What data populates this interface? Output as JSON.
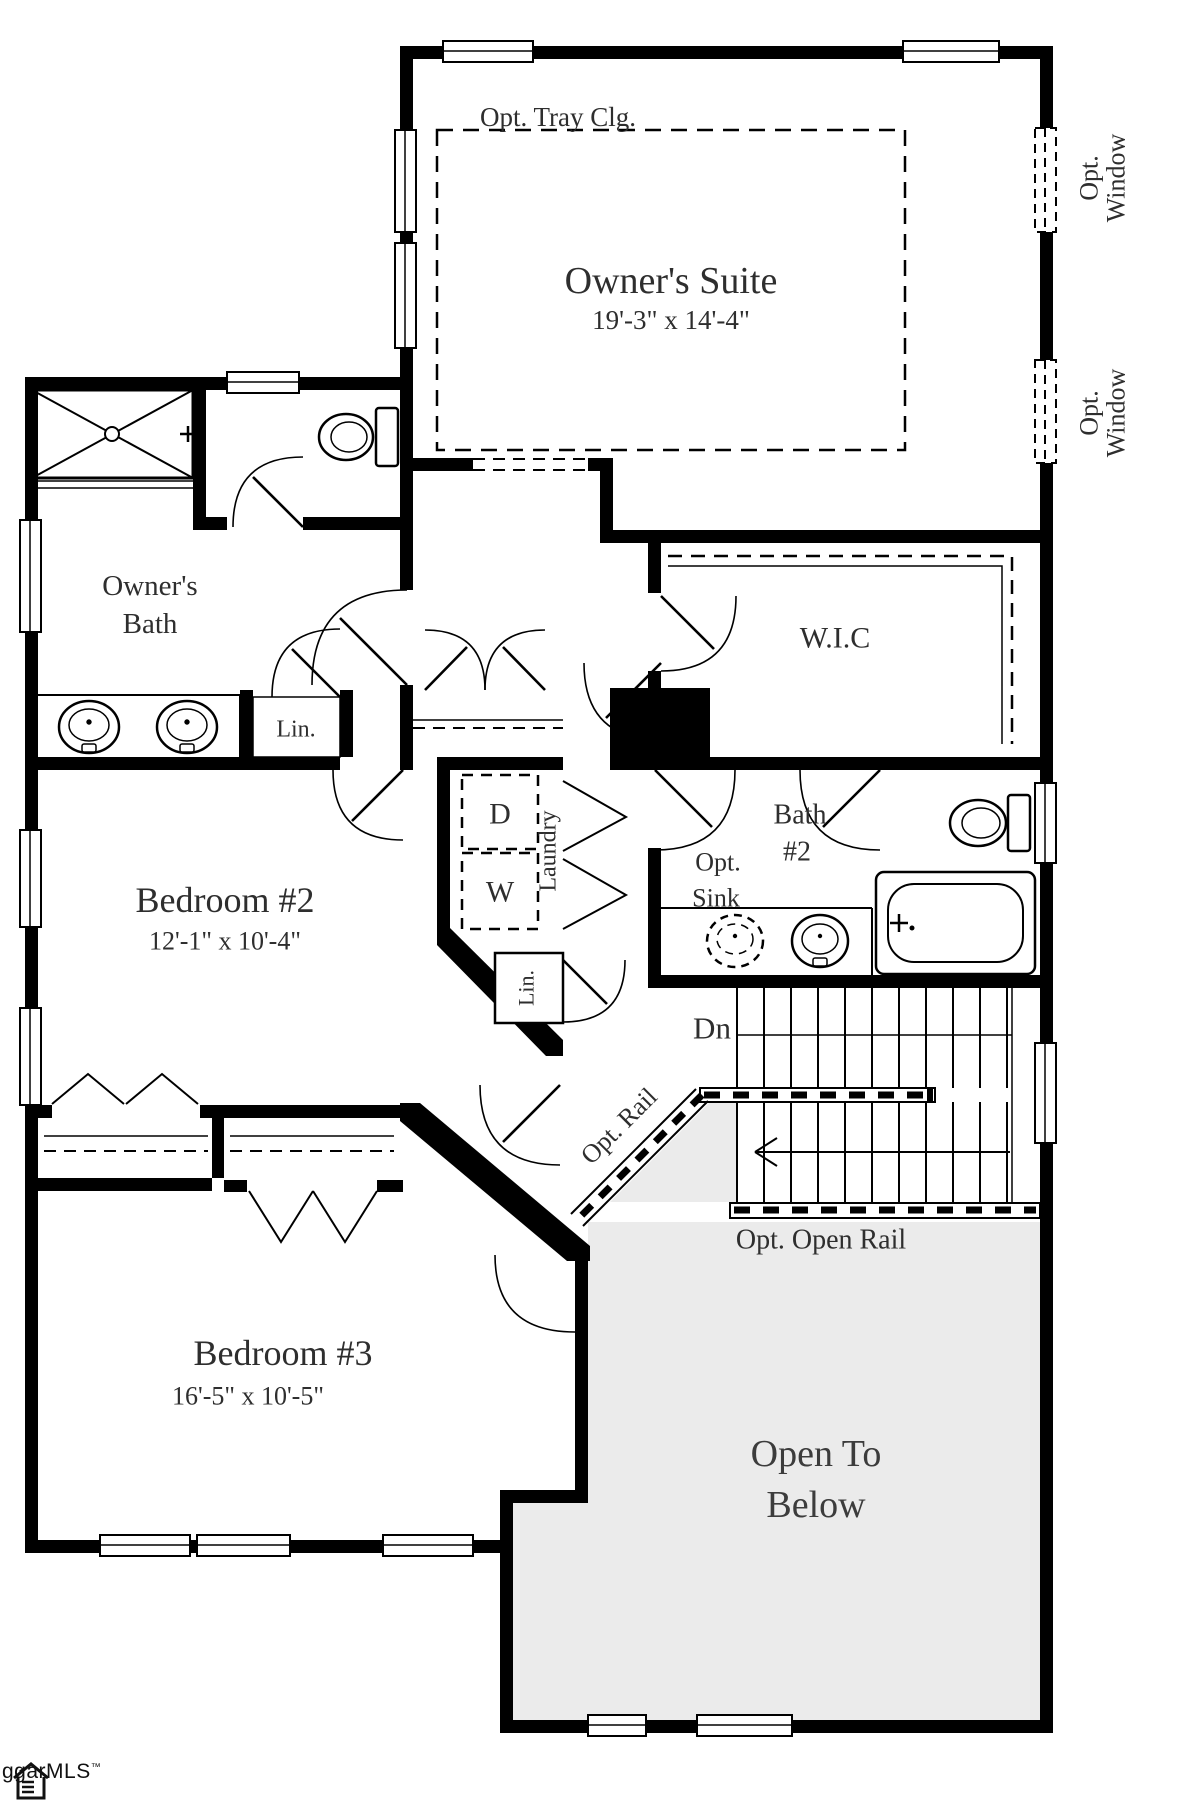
{
  "plan": {
    "owners_suite": {
      "name": "Owner's Suite",
      "dims": "19'-3\" x 14'-4\""
    },
    "owners_bath": {
      "line1": "Owner's",
      "line2": "Bath"
    },
    "wic": {
      "name": "W.I.C"
    },
    "bath2": {
      "line1": "Bath",
      "line2": "#2",
      "opt_sink_line1": "Opt.",
      "opt_sink_line2": "Sink"
    },
    "bedroom2": {
      "name": "Bedroom #2",
      "dims": "12'-1\" x 10'-4\""
    },
    "bedroom3": {
      "name": "Bedroom #3",
      "dims": "16'-5\" x 10'-5\""
    },
    "open_below": {
      "line1": "Open To",
      "line2": "Below"
    },
    "laundry": {
      "name": "Laundry",
      "dryer": "D",
      "washer": "W"
    },
    "linen1": "Lin.",
    "linen2": "Lin.",
    "opt_tray": "Opt. Tray Clg.",
    "opt_window_line1": "Opt.",
    "opt_window_line2": "Window",
    "stairs": {
      "dn": "Dn",
      "opt_rail": "Opt. Rail",
      "opt_open_rail": "Opt. Open Rail"
    }
  },
  "logo": {
    "text": "ggarMLS",
    "tm": "TM"
  },
  "colors": {
    "wall": "#000000",
    "open_below_fill": "#ebebeb"
  }
}
